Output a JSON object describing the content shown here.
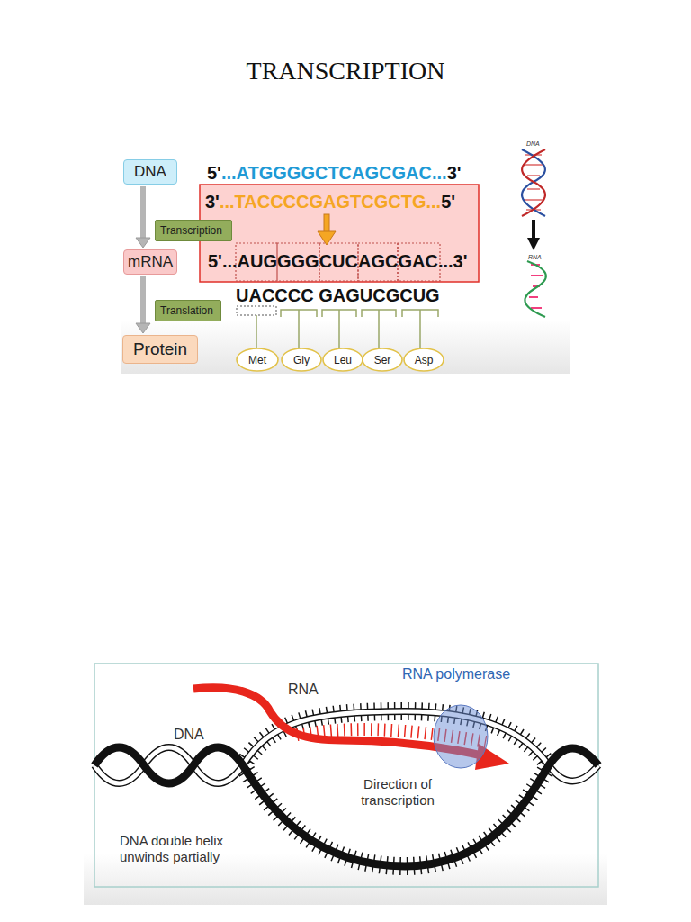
{
  "diagram": {
    "title": "TRANSCRIPTION",
    "nodes": [
      {
        "text": [
          "DNA"
        ]
      },
      {
        "text": [
          "mRNA"
        ]
      },
      {
        "text": [
          "Protein"
        ]
      },
      {
        "text": [
          "Met"
        ]
      },
      {
        "text": [
          "Gly"
        ]
      },
      {
        "text": [
          "Leu"
        ]
      },
      {
        "text": [
          "Ser"
        ]
      },
      {
        "text": [
          "Asp"
        ]
      }
    ],
    "edges": [
      {
        "from": 0,
        "to": 1,
        "label": "Transcription",
        "arrow": "to"
      },
      {
        "from": 1,
        "to": 2,
        "label": "Translation",
        "arrow": "to"
      }
    ],
    "labels": [
      "5'",
      "...ATGGGGCTCAGCGAC...",
      "3'",
      "3'",
      "...TACCCCGAGTCGCTG...",
      "5'",
      "5'",
      "...AUGGGGCUCAGCGAC...",
      "3'",
      "UACCCC GAGUCGCUG",
      "DNA",
      "RNA",
      "RNA",
      "DNA",
      "RNA polymerase",
      "Direction of transcription",
      "DNA double helix unwinds partially"
    ]
  }
}
